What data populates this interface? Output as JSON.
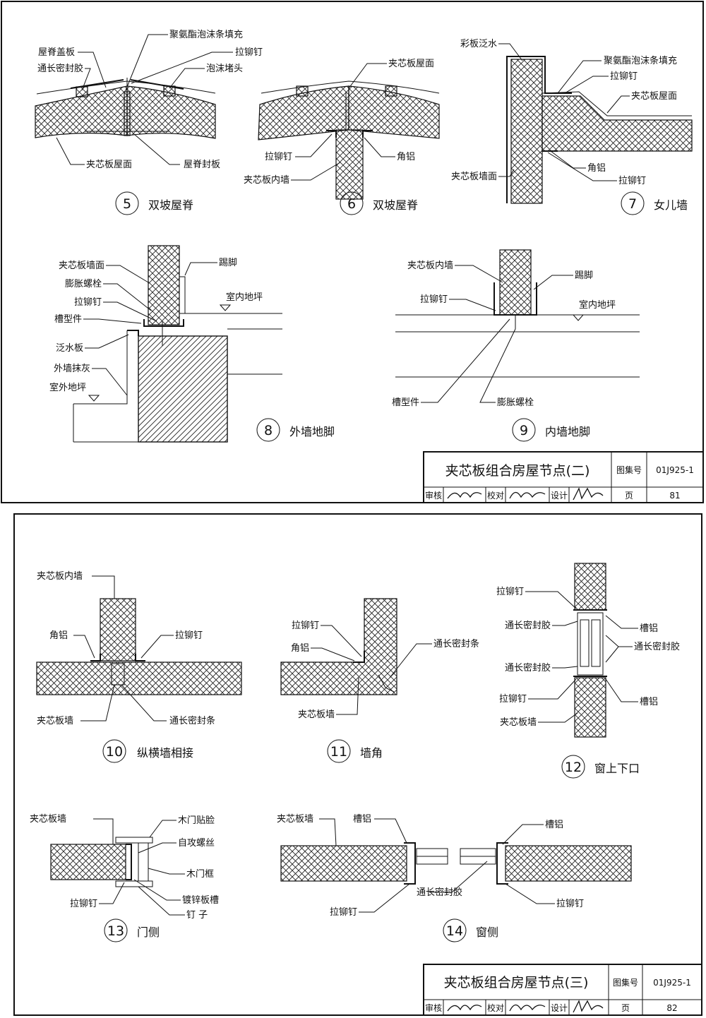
{
  "sheet1": {
    "title": "夹芯板组合房屋节点(二)",
    "atlas_label": "图集号",
    "atlas_no": "01J925-1",
    "review_label": "审核",
    "check_label": "校对",
    "design_label": "设计",
    "page_label": "页",
    "page_no": "81",
    "details": {
      "d5": {
        "num": "5",
        "caption": "双坡屋脊",
        "labels": {
          "ridge_cover": "屋脊盖板",
          "sealant": "通长密封胶",
          "foam_fill": "聚氨酯泡沫条填充",
          "rivet": "拉铆钉",
          "foam_plug": "泡沫堵头",
          "panel_roof": "夹芯板屋面",
          "ridge_plate": "屋脊封板"
        }
      },
      "d6": {
        "num": "6",
        "caption": "双坡屋脊",
        "labels": {
          "panel_roof": "夹芯板屋面",
          "rivet": "拉铆钉",
          "angle_al": "角铝",
          "inner_wall": "夹芯板内墙"
        }
      },
      "d7": {
        "num": "7",
        "caption": "女儿墙",
        "labels": {
          "flashing": "彩板泛水",
          "foam_fill": "聚氨酯泡沫条填充",
          "rivet": "拉铆钉",
          "panel_roof": "夹芯板屋面",
          "angle_al": "角铝",
          "wall_face": "夹芯板墙面",
          "rivet2": "拉铆钉"
        }
      },
      "d8": {
        "num": "8",
        "caption": "外墙地脚",
        "labels": {
          "wall_face": "夹芯板墙面",
          "skirting": "踢脚",
          "exp_bolt": "膨胀螺栓",
          "indoor_floor": "室内地坪",
          "rivet": "拉铆钉",
          "channel": "槽型件",
          "flashing": "泛水板",
          "plaster": "外墙抹灰",
          "outdoor_floor": "室外地坪"
        }
      },
      "d9": {
        "num": "9",
        "caption": "内墙地脚",
        "labels": {
          "inner_wall": "夹芯板内墙",
          "skirting": "踢脚",
          "rivet": "拉铆钉",
          "indoor_floor": "室内地坪",
          "channel": "槽型件",
          "exp_bolt": "膨胀螺栓"
        }
      }
    }
  },
  "sheet2": {
    "title": "夹芯板组合房屋节点(三)",
    "atlas_label": "图集号",
    "atlas_no": "01J925-1",
    "review_label": "审核",
    "check_label": "校对",
    "design_label": "设计",
    "page_label": "页",
    "page_no": "82",
    "details": {
      "d10": {
        "num": "10",
        "caption": "纵横墙相接",
        "labels": {
          "inner_wall": "夹芯板内墙",
          "angle_al": "角铝",
          "rivet": "拉铆钉",
          "wall": "夹芯板墙",
          "seal_strip": "通长密封条"
        }
      },
      "d11": {
        "num": "11",
        "caption": "墙角",
        "labels": {
          "rivet": "拉铆钉",
          "angle_al": "角铝",
          "seal_strip": "通长密封条",
          "wall": "夹芯板墙"
        }
      },
      "d12": {
        "num": "12",
        "caption": "窗上下口",
        "labels": {
          "rivet": "拉铆钉",
          "sealant": "通长密封胶",
          "channel_al": "槽铝",
          "sealant_r": "通长密封胶",
          "sealant2": "通长密封胶",
          "rivet2": "拉铆钉",
          "channel_al2": "槽铝",
          "wall": "夹芯板墙"
        }
      },
      "d13": {
        "num": "13",
        "caption": "门侧",
        "labels": {
          "wall": "夹芯板墙",
          "veneer": "木门贴脸",
          "screw": "自攻螺丝",
          "frame": "木门框",
          "rivet": "拉铆钉",
          "galv": "镀锌板槽",
          "nail": "钉  子"
        }
      },
      "d14": {
        "num": "14",
        "caption": "窗侧",
        "labels": {
          "wall": "夹芯板墙",
          "channel_al": "槽铝",
          "channel_al2": "槽铝",
          "sealant": "通长密封胶",
          "rivet": "拉铆钉",
          "rivet2": "拉铆钉"
        }
      }
    }
  }
}
